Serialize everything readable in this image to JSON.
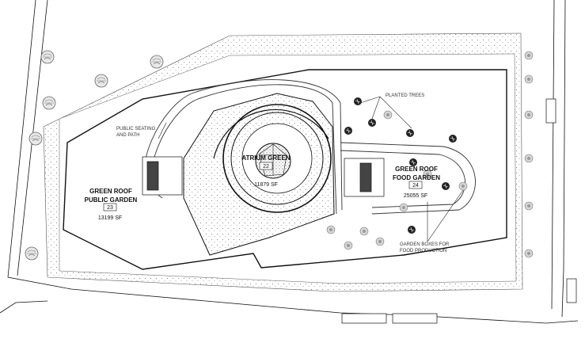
{
  "colors": {
    "line": "#111111",
    "hatch": "#8a8a8a",
    "tree": "#9b9b9b",
    "background": "#ffffff"
  },
  "areas": [
    {
      "name": "GREEN ROOF",
      "subname": "PUBLIC GARDEN",
      "number": "23",
      "area": "13199 SF"
    },
    {
      "name": "ATRIUM GREEN",
      "number": "22",
      "area": "11879 SF"
    },
    {
      "name": "GREEN ROOF",
      "subname": "FOOD GARDEN",
      "number": "24",
      "area": "25055 SF"
    }
  ],
  "annotations": {
    "seating": [
      "PUBLIC SEATING",
      "AND PATH"
    ],
    "planted_trees": "PLANTED TREES",
    "garden_boxes": [
      "GARDEN BOXES FOR",
      "FOOD PRODUCTION"
    ]
  },
  "icons": [
    "tree-icon",
    "shrub-icon",
    "stair-icon",
    "parking-car-icon"
  ]
}
